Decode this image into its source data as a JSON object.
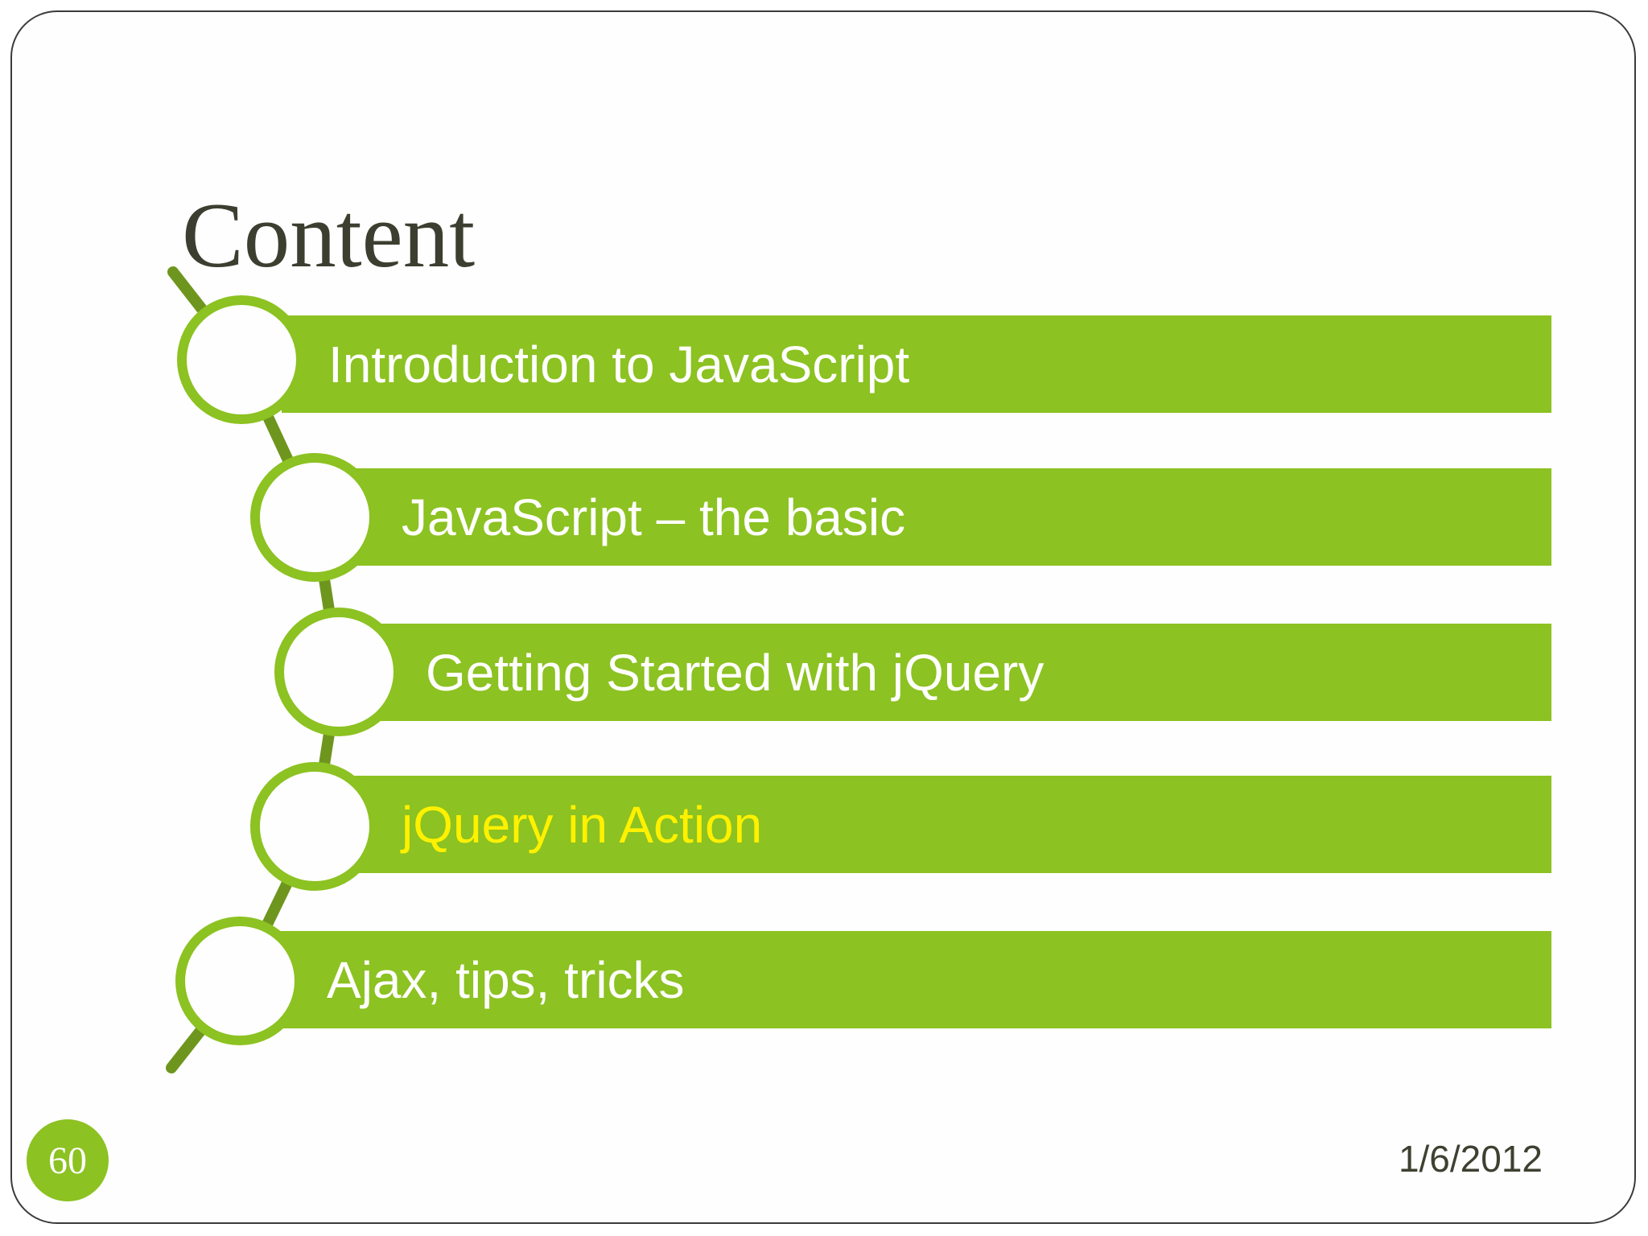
{
  "slide": {
    "title": "Content",
    "items": [
      {
        "label": "Introduction to JavaScript",
        "text_color": "#ffffff"
      },
      {
        "label": "JavaScript – the basic",
        "text_color": "#ffffff"
      },
      {
        "label": "Getting Started with jQuery",
        "text_color": "#ffffff"
      },
      {
        "label": "jQuery in Action",
        "text_color": "#fff100"
      },
      {
        "label": "Ajax, tips, tricks",
        "text_color": "#ffffff"
      }
    ],
    "page_number": "60",
    "date": "1/6/2012",
    "colors": {
      "bar_green": "#8cc221",
      "connector_green": "#6e961e",
      "circle_stroke": "#8cc221",
      "circle_fill": "#fefefe",
      "title_text": "#3c3f30",
      "date_text": "#3e4130",
      "page_circle": "#8cc221",
      "border": "#3b3b3b"
    }
  }
}
